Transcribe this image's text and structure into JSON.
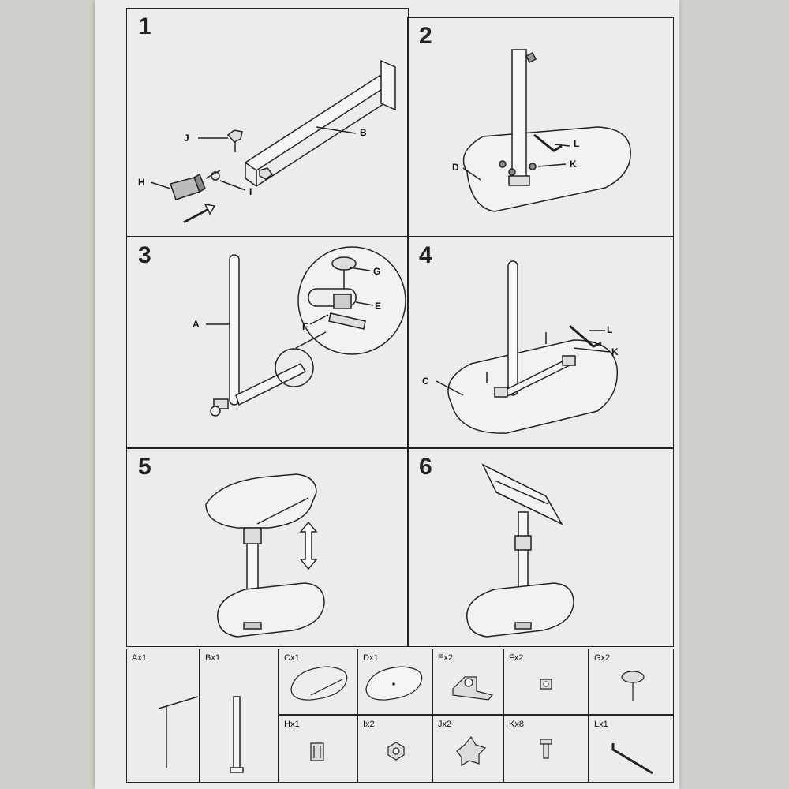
{
  "steps": [
    {
      "number": "1",
      "labels": {
        "J": "J",
        "B": "B",
        "H": "H",
        "I": "I"
      }
    },
    {
      "number": "2",
      "labels": {
        "L": "L",
        "D": "D",
        "K": "K"
      }
    },
    {
      "number": "3",
      "labels": {
        "A": "A",
        "G": "G",
        "E": "E",
        "F": "F"
      }
    },
    {
      "number": "4",
      "labels": {
        "L": "L",
        "K": "K",
        "C": "C"
      }
    },
    {
      "number": "5"
    },
    {
      "number": "6"
    }
  ],
  "parts": [
    {
      "label": "Ax1"
    },
    {
      "label": "Bx1"
    },
    {
      "label": "Cx1"
    },
    {
      "label": "Dx1"
    },
    {
      "label": "Ex2"
    },
    {
      "label": "Fx2"
    },
    {
      "label": "Gx2"
    },
    {
      "label": "Hx1"
    },
    {
      "label": "Ix2"
    },
    {
      "label": "Jx2"
    },
    {
      "label": "Kx8"
    },
    {
      "label": "Lx1"
    }
  ]
}
